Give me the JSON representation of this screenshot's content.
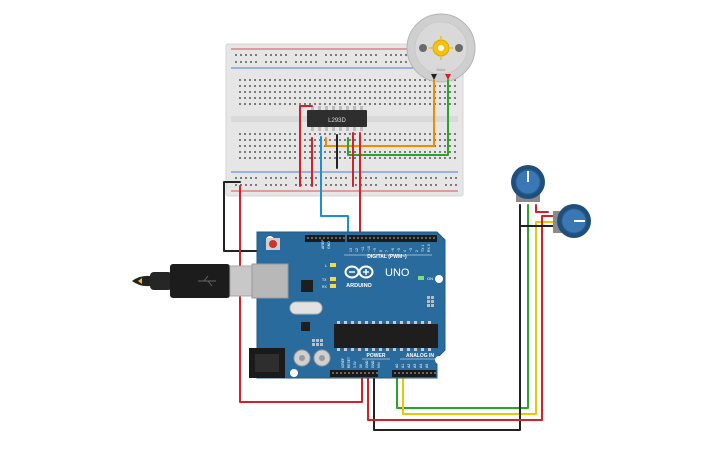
{
  "breadboard": {
    "chip_label": "L293D"
  },
  "motor": {
    "label": "Motor"
  },
  "arduino": {
    "logo_text": "ARDUINO",
    "model_text": "UNO",
    "digital_header_label": "DIGITAL (PWM~)",
    "power_header_label": "POWER",
    "analog_header_label": "ANALOG IN",
    "on_label": "ON",
    "tx_label": "TX",
    "rx_label": "RX",
    "l_label": "L",
    "aref_label": "AREF",
    "gnd_label": "GND",
    "power_pin_labels": [
      "IOREF",
      "RESET",
      "3.3V",
      "5V",
      "GND",
      "GND",
      "VIN"
    ],
    "analog_pin_labels": [
      "A0",
      "A1",
      "A2",
      "A3",
      "A4",
      "A5"
    ],
    "digital_pin_labels": [
      "13",
      "12",
      "~11",
      "~10",
      "~9",
      "8",
      "7",
      "~6",
      "~5",
      "4",
      "~3",
      "2",
      "TX 1",
      "RX 0"
    ]
  },
  "potentiometers": [
    {
      "id": "pot-1"
    },
    {
      "id": "pot-2"
    }
  ],
  "wire_colors": {
    "red": "#d1222a",
    "black": "#222222",
    "blue": "#1a8fd1",
    "orange": "#f08c00",
    "green": "#2aa52a",
    "yellow": "#e8c800"
  }
}
